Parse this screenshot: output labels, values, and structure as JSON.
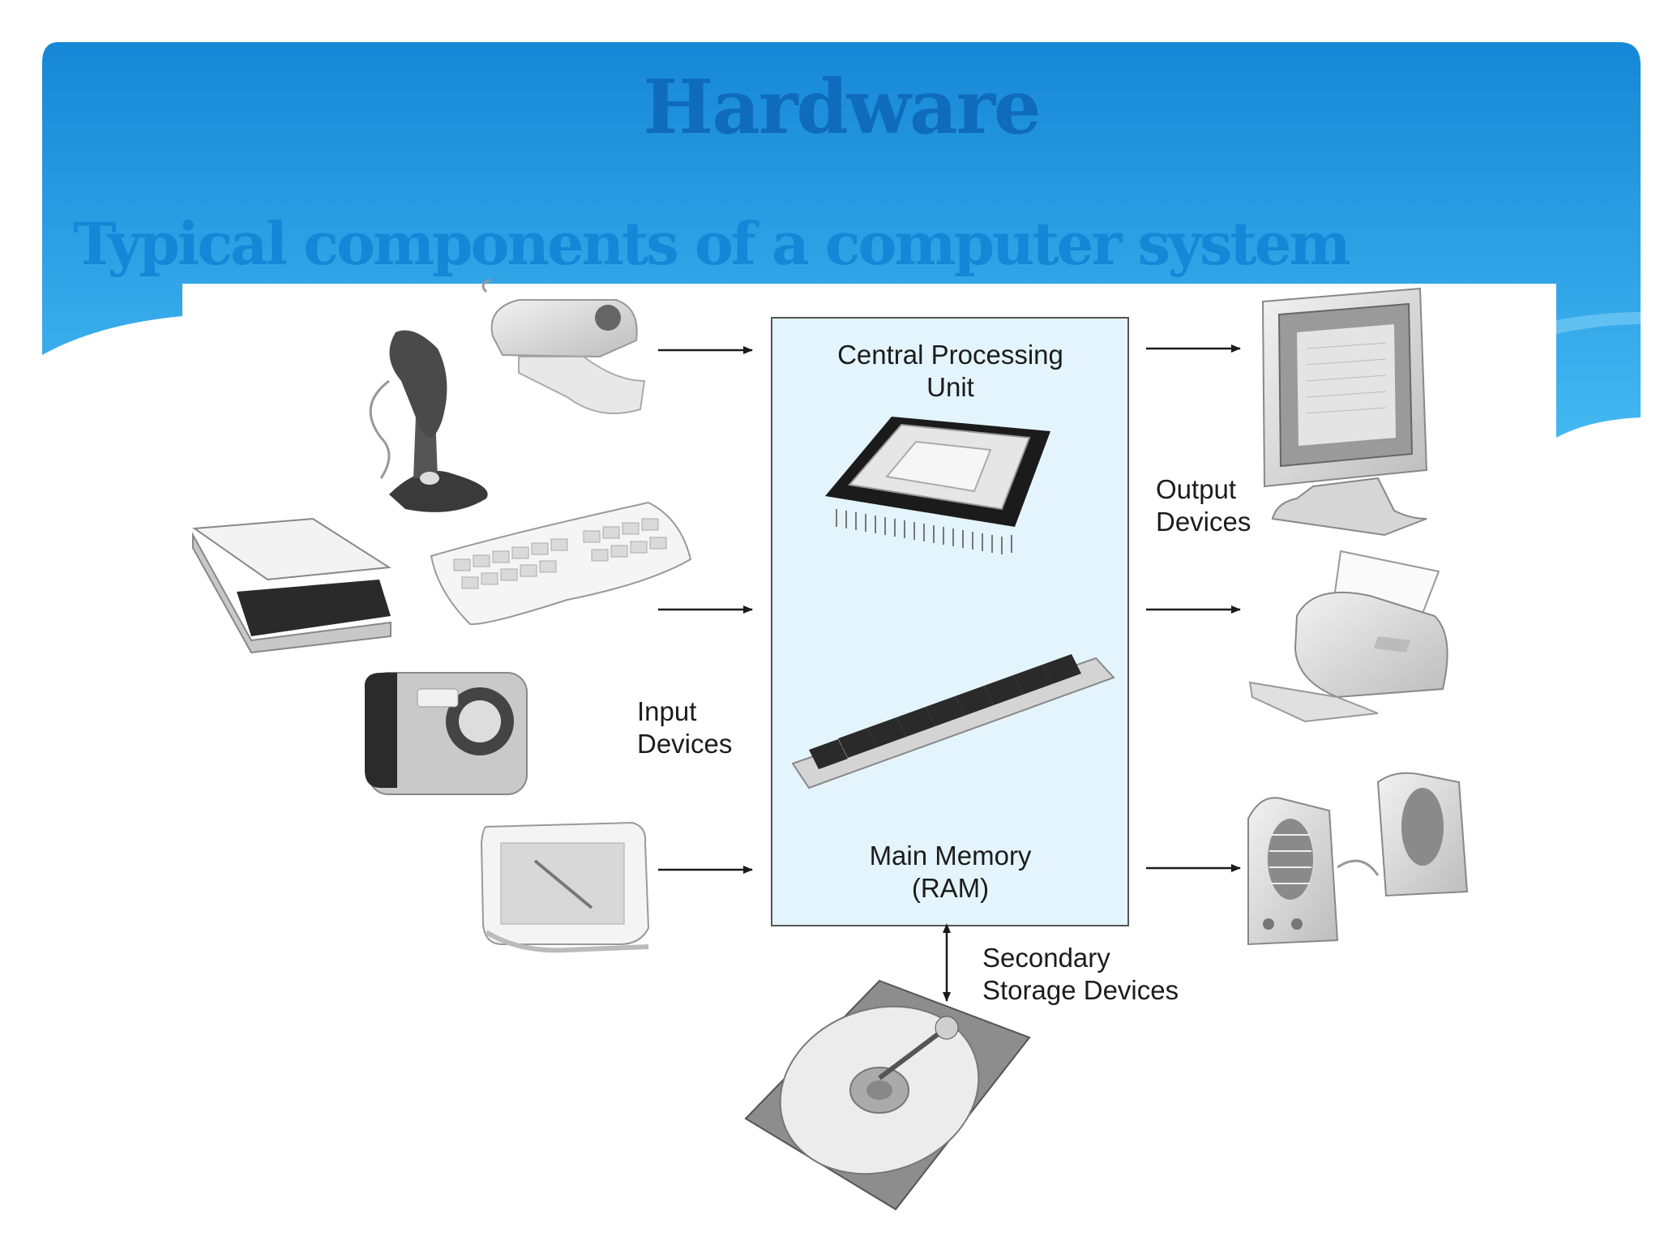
{
  "slide": {
    "title": "Hardware",
    "subtitle": "Typical components of a computer system"
  },
  "diagram": {
    "cpu": {
      "line1": "Central Processing",
      "line2": "Unit"
    },
    "ram": {
      "line1": "Main Memory",
      "line2": "(RAM)"
    },
    "input": {
      "line1": "Input",
      "line2": "Devices"
    },
    "output": {
      "line1": "Output",
      "line2": "Devices"
    },
    "storage": {
      "line1": "Secondary",
      "line2": "Storage Devices"
    },
    "input_devices": [
      "joystick-icon",
      "webcam-icon",
      "scanner-icon",
      "keyboard-icon",
      "camera-icon",
      "graphics-tablet-icon"
    ],
    "output_devices": [
      "monitor-icon",
      "printer-icon",
      "speakers-icon"
    ],
    "storage_devices": [
      "hard-drive-icon"
    ]
  },
  "colors": {
    "banner_top": "#1c8fd9",
    "banner_bottom": "#38b3f0",
    "title": "#0f6bbb",
    "subtitle": "#1686d6",
    "memory_box": "#e3f4fc"
  }
}
